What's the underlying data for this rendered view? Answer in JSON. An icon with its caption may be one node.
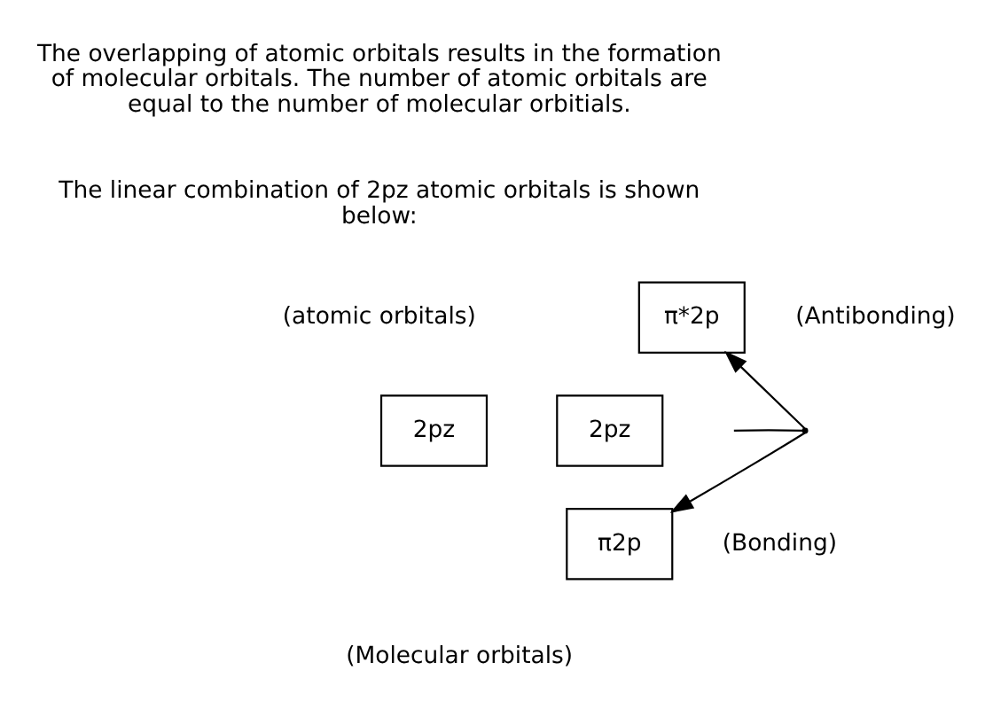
{
  "diagram": {
    "nodes": [
      {
        "text": [
          "2pz"
        ]
      },
      {
        "text": [
          "2pz"
        ]
      },
      {
        "text": [
          "π*2p"
        ],
        "beside": [
          "(Antibonding)"
        ]
      },
      {
        "text": [
          "π2p"
        ],
        "beside": [
          "(Bonding)"
        ]
      },
      {
        "text": [],
        "shape": "point"
      }
    ],
    "edges": [
      {
        "from": null,
        "to": 4,
        "arrow": "none"
      },
      {
        "from": 4,
        "to": 2,
        "arrow": "to"
      },
      {
        "from": 4,
        "to": 3,
        "arrow": "to"
      }
    ],
    "labels": [
      "The overlapping of atomic orbitals results in the formation of molecular orbitals. The number of atomic orbitals are equal to the number of molecular orbitials.",
      "The linear combination of 2pz atomic orbitals is shown below:",
      "(atomic orbitals)",
      "(Molecular orbitals)"
    ]
  }
}
